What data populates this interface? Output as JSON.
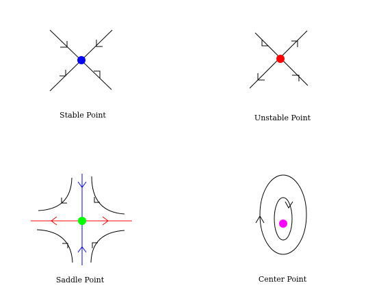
{
  "labels": {
    "stable": "Stable Point",
    "unstable": "Unstable Point",
    "saddle": "Saddle Point",
    "center": "Center Point"
  },
  "colors": {
    "stable": "#0000ff",
    "unstable": "#ff0000",
    "saddle": "#00ff00",
    "center": "#ff00ff",
    "saddle_horizontal": "#ff0000",
    "saddle_vertical": "#0000ff",
    "trajectory": "#000000"
  }
}
